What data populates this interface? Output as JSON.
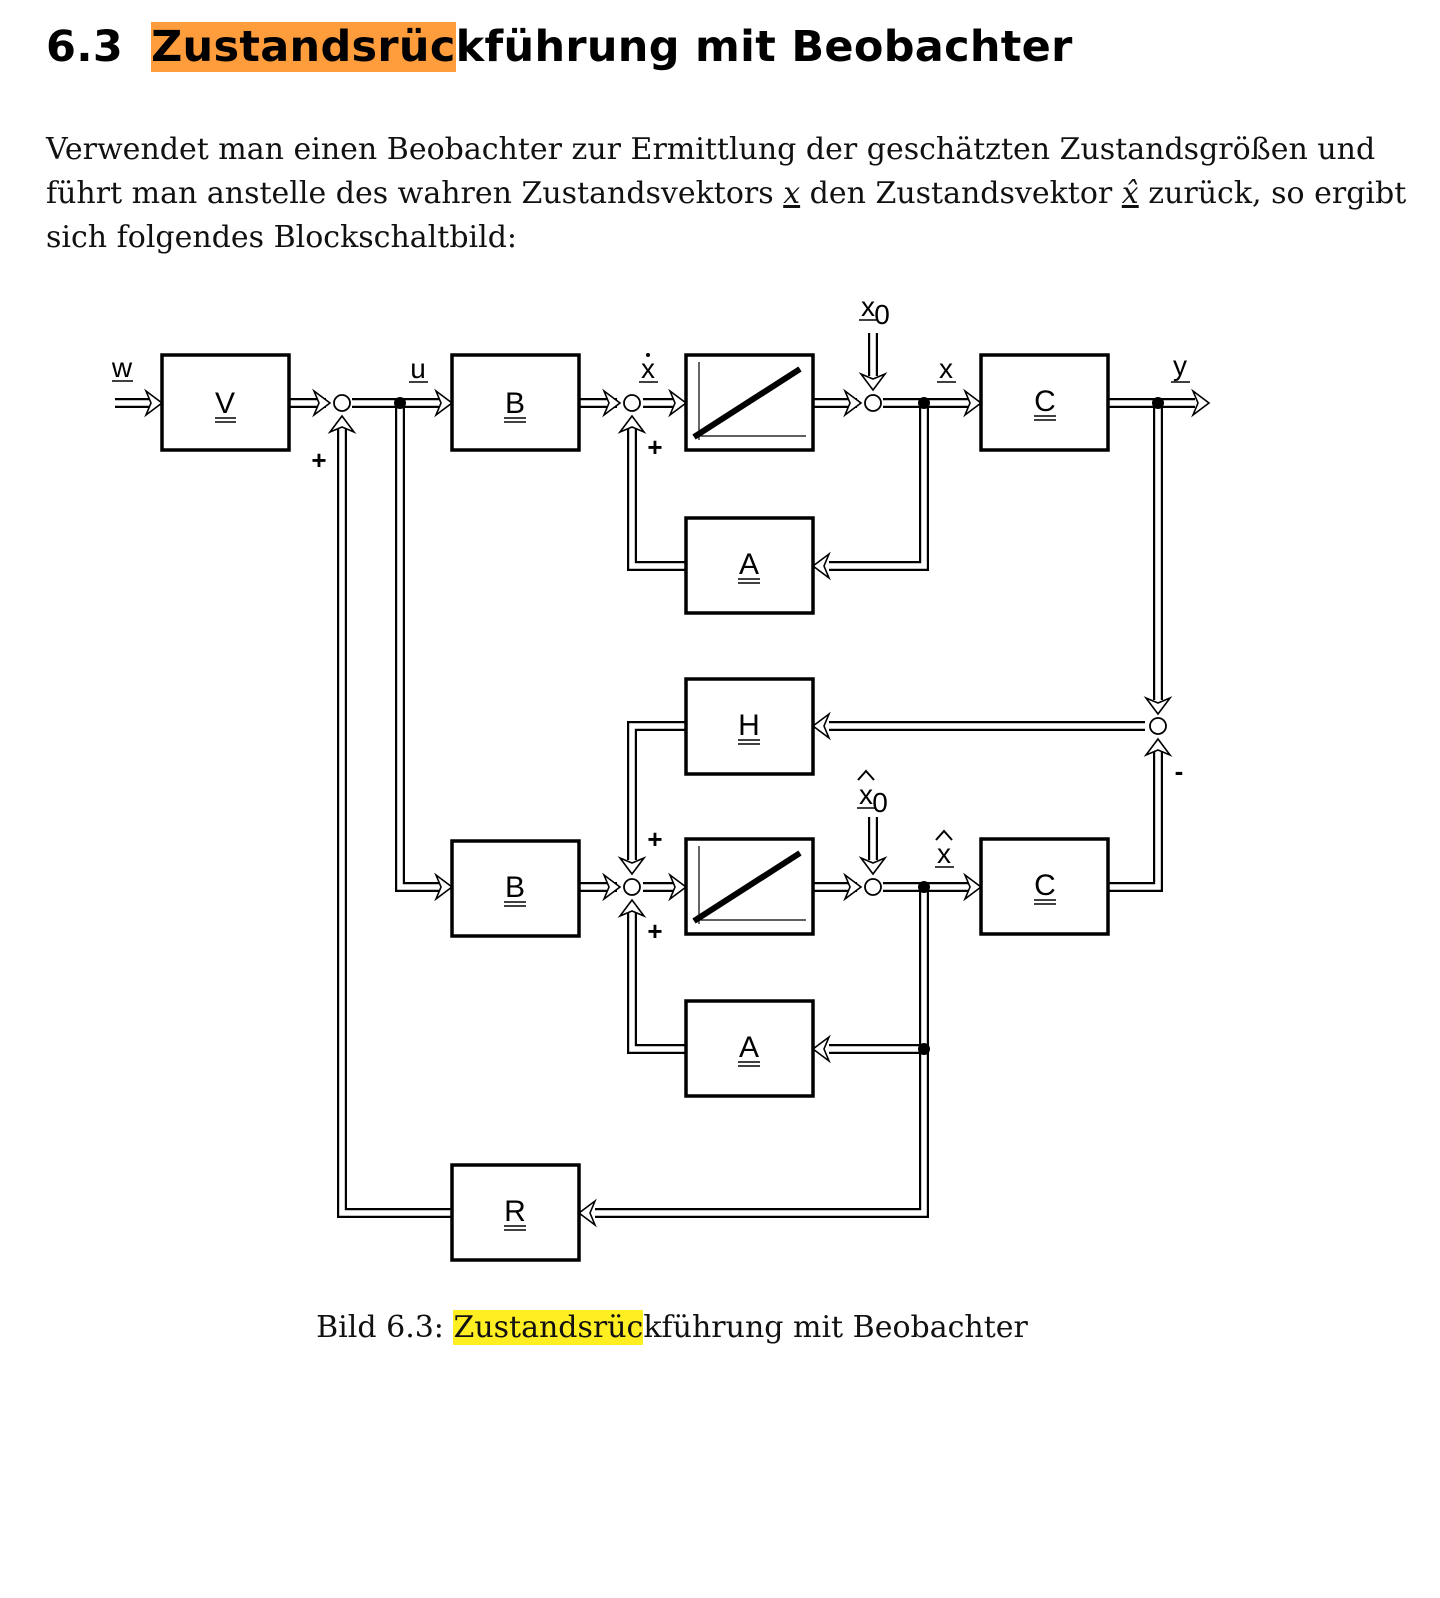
{
  "heading": {
    "number": "6.3",
    "title_highlighted": "Zustandsrüc",
    "title_rest": "kführung mit Beobachter"
  },
  "paragraph": {
    "line1": "Verwendet man einen Beobachter zur Ermittlung der geschätzten Zustandsgrößen und",
    "line2_a": "führt man anstelle des wahren Zustandsvektors",
    "line2_var1": "x",
    "line2_b": "den Zustandsvektor",
    "line2_var2": "x̂",
    "line2_c": "zurück, so ergibt",
    "line3": "sich folgendes Blockschaltbild:"
  },
  "diagram": {
    "blocks": {
      "V": "V",
      "B_top": "B",
      "A_top": "A",
      "C_top": "C",
      "H": "H",
      "B_bottom": "B",
      "A_bottom": "A",
      "C_bottom": "C",
      "R": "R"
    },
    "signals": {
      "w": "w",
      "u": "u",
      "xdot": "x",
      "x0": "x",
      "x0_sub": "0",
      "x": "x",
      "y": "y",
      "xhat0": "x",
      "xhat0_sub": "0",
      "xhat": "x"
    },
    "signs": {
      "plus_v_sum": "+",
      "plus_top_integrator": "+",
      "plus_observer_h": "+",
      "plus_observer_a": "+",
      "minus_h_sum": "-"
    }
  },
  "caption": {
    "prefix": "Bild 6.3: ",
    "highlighted": "Zustandsrüc",
    "rest": "kführung mit Beobachter"
  }
}
